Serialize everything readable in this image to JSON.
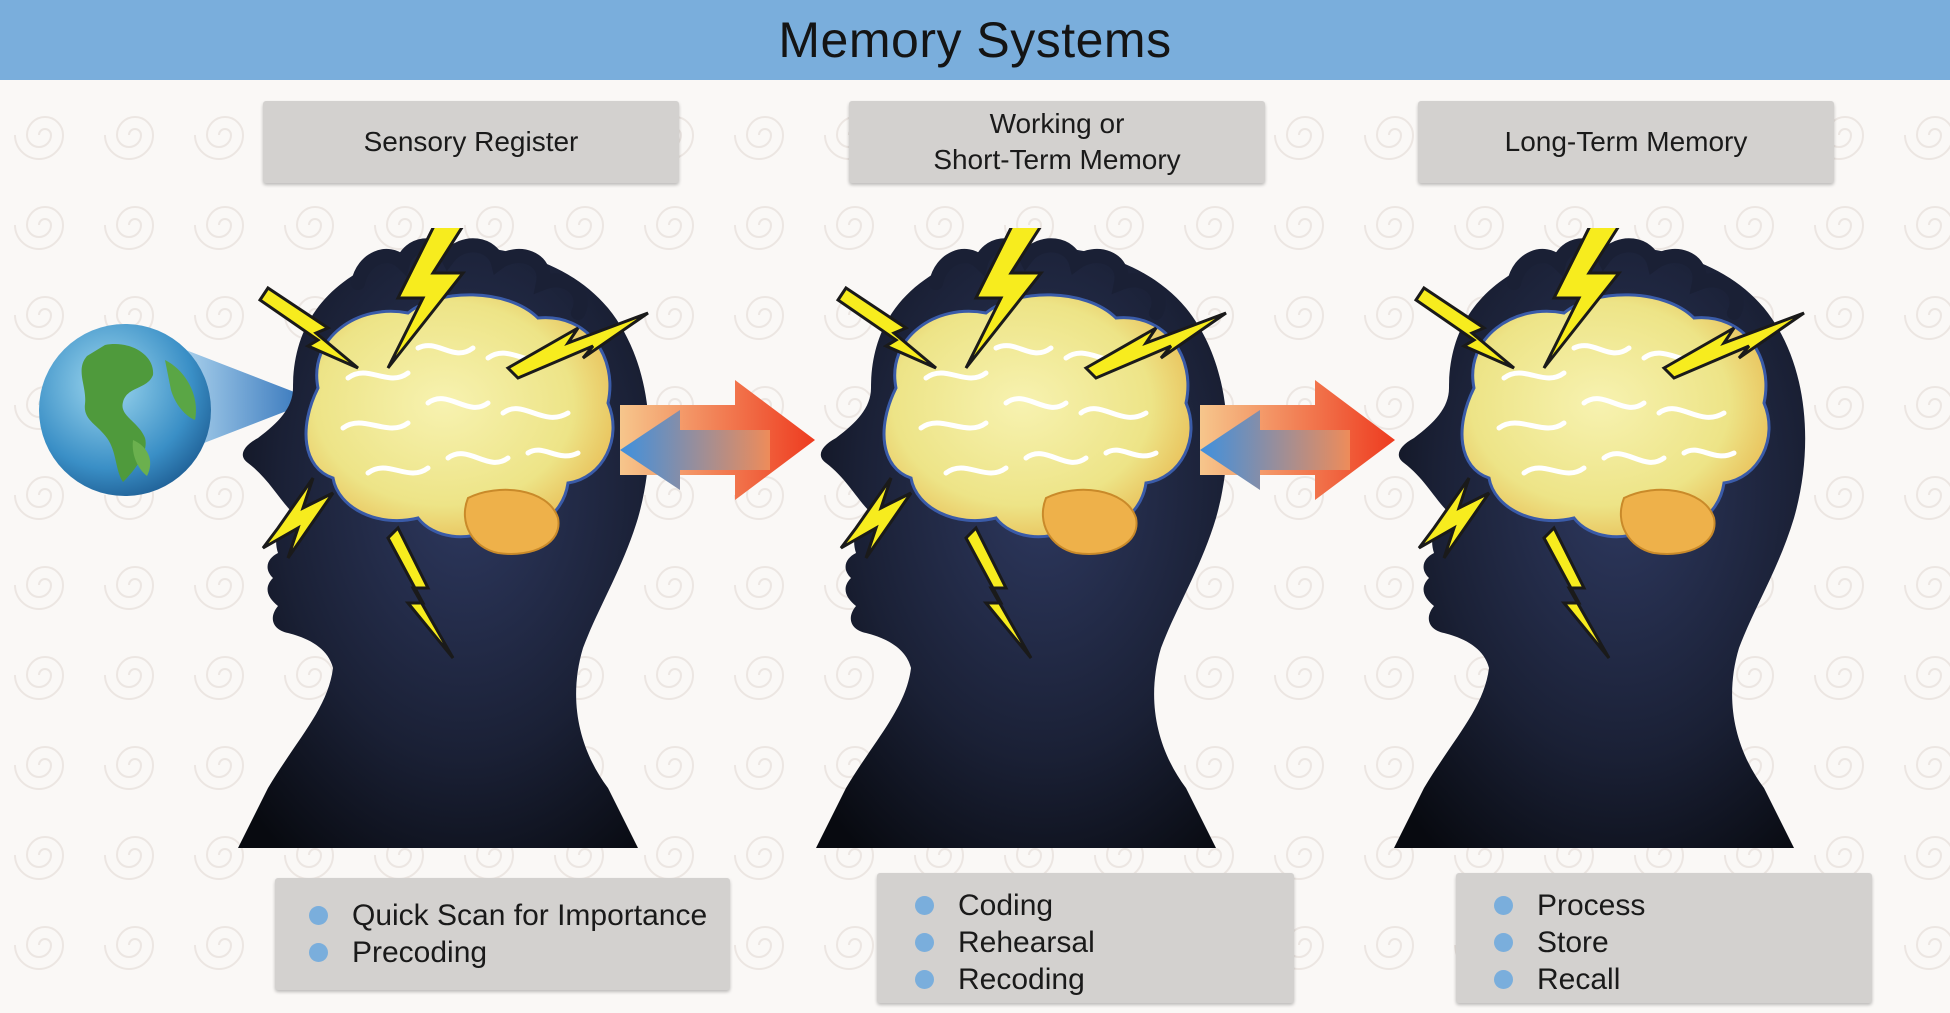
{
  "title": "Memory Systems",
  "stages": [
    {
      "label": "Sensory Register",
      "items": [
        "Quick Scan for Importance",
        "Precoding"
      ]
    },
    {
      "label": "Working or\nShort-Term Memory",
      "items": [
        "Coding",
        "Rehearsal",
        "Recoding"
      ]
    },
    {
      "label": "Long-Term Memory",
      "items": [
        "Process",
        "Store",
        "Recall"
      ]
    }
  ],
  "colors": {
    "title_bar": "#7aaedc",
    "label_box": "#d3d1cf",
    "bullet": "#7aaedc",
    "brain": "#f0ea90",
    "lightning": "#f7ec1e",
    "arrow_forward": "#f05a24",
    "arrow_back": "#4a9ee0",
    "head_silhouette": "#1a2035"
  },
  "icons": [
    "globe-icon",
    "head-silhouette",
    "brain-icon",
    "lightning-bolt-icon",
    "bidirectional-arrow-icon"
  ]
}
